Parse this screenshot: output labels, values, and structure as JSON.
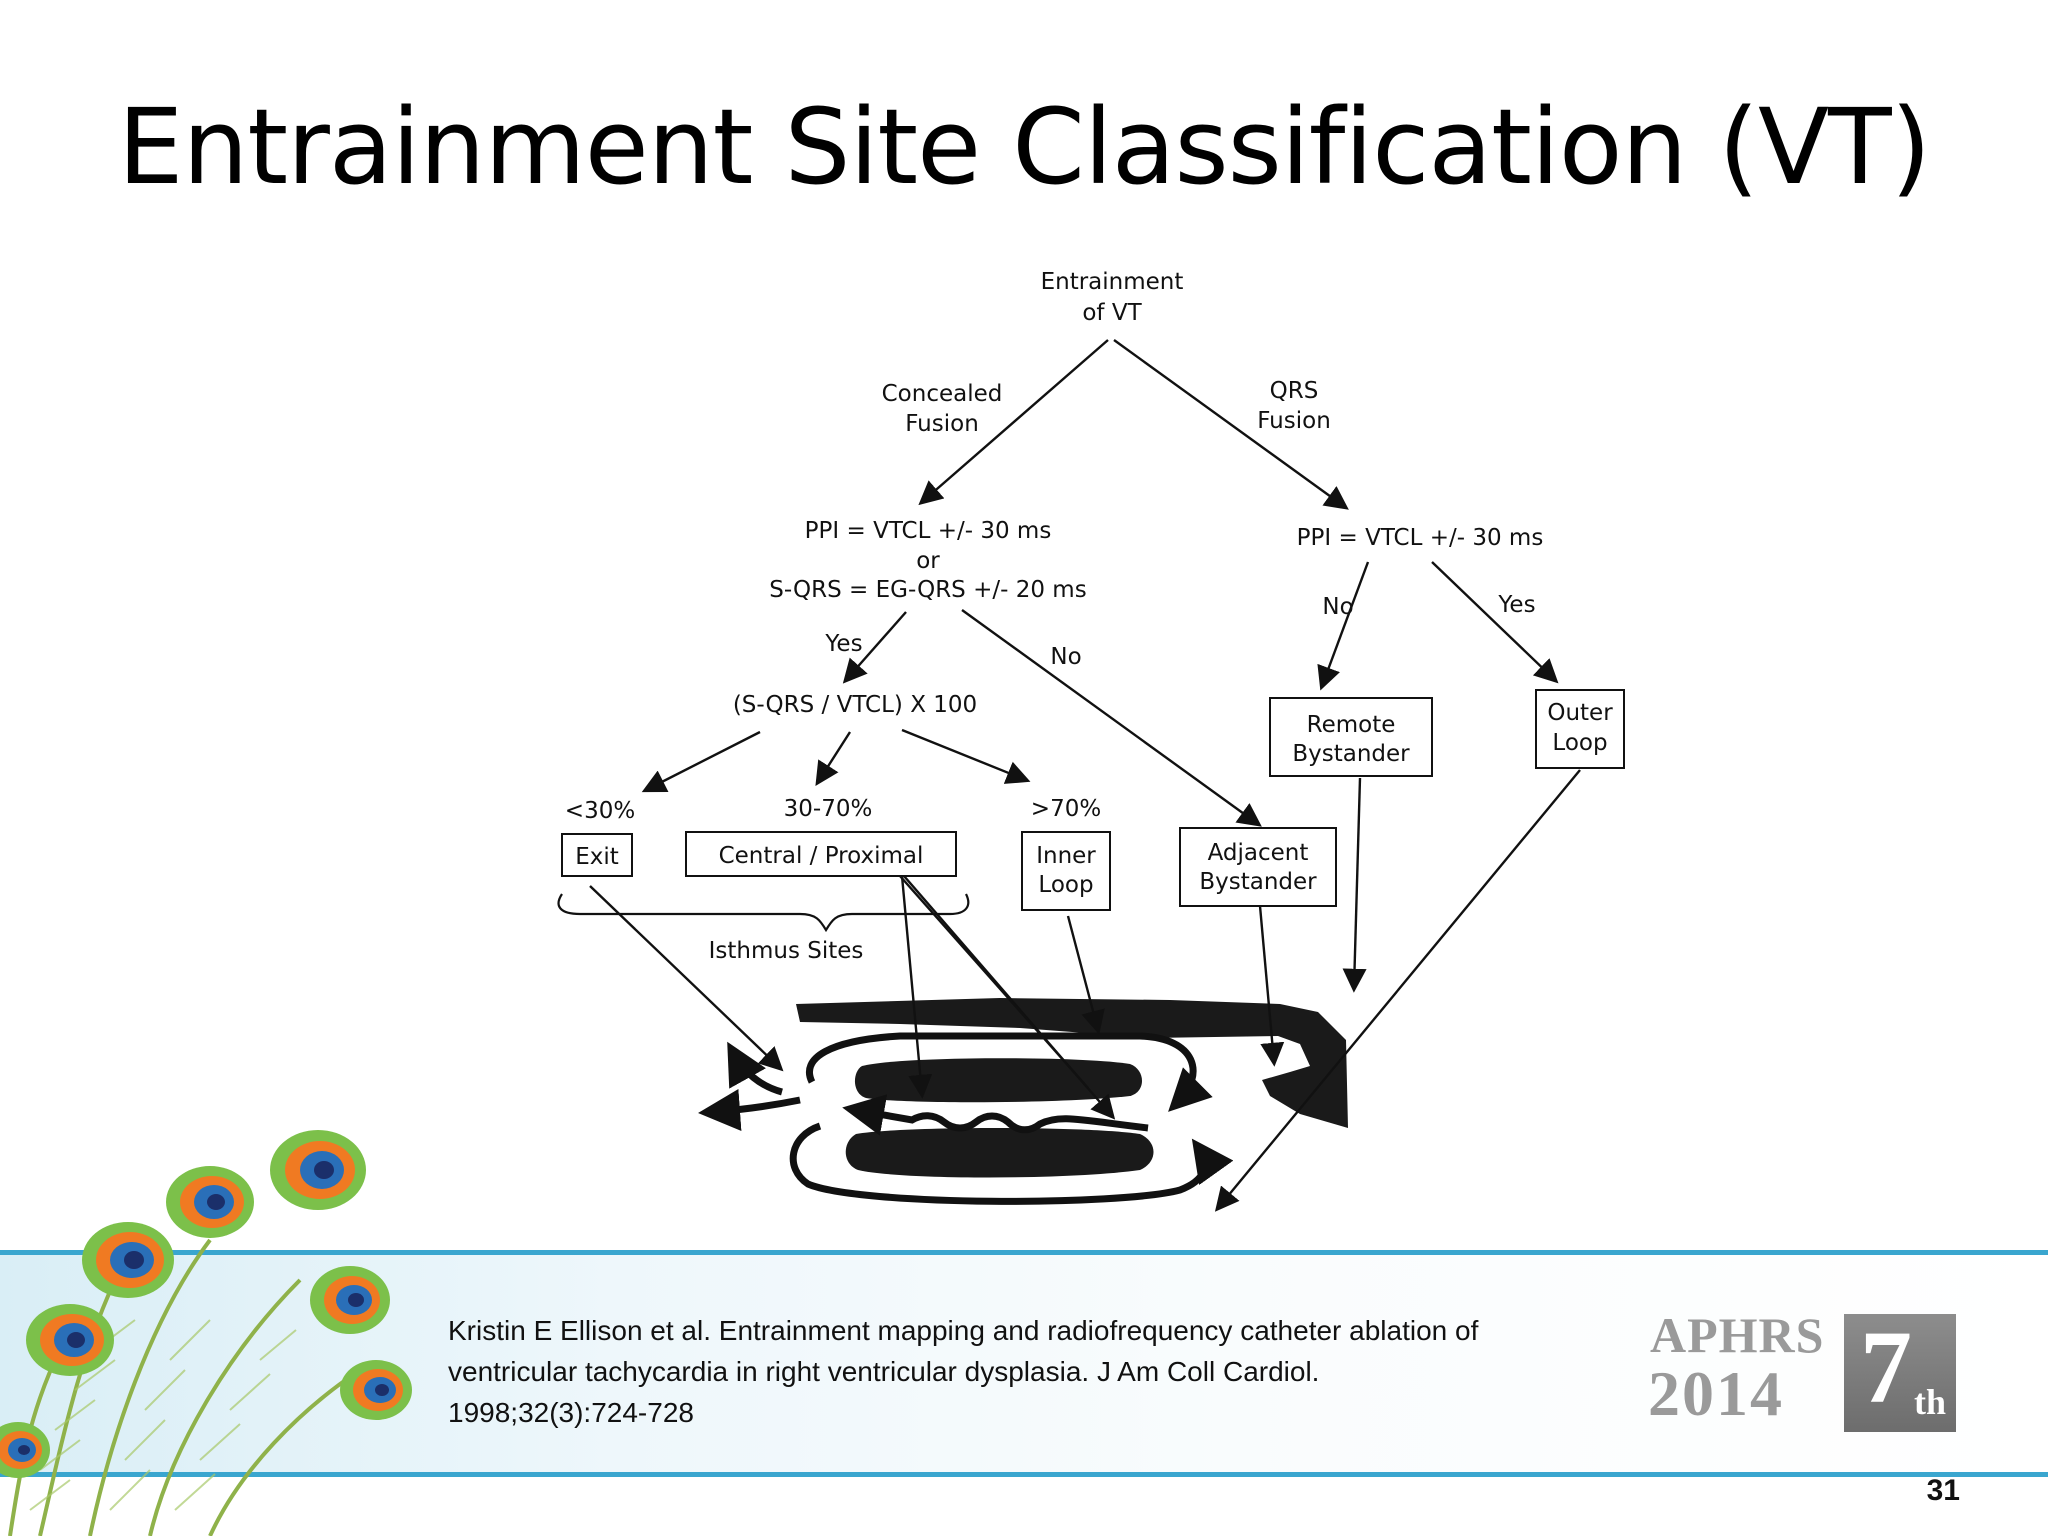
{
  "slide": {
    "title": "Entrainment Site Classification (VT)",
    "page_number": "31"
  },
  "diagram": {
    "root": "Entrainment of VT",
    "branch_left": "Concealed Fusion",
    "branch_right": "QRS Fusion",
    "left_criteria": [
      "PPI = VTCL +/- 30 ms",
      "or",
      "S-QRS = EG-QRS +/- 20 ms"
    ],
    "right_criteria": "PPI = VTCL +/- 30 ms",
    "yes": "Yes",
    "no": "No",
    "ratio": "(S-QRS / VTCL) X 100",
    "pct_low": "<30%",
    "pct_mid": "30-70%",
    "pct_high": ">70%",
    "box_exit": "Exit",
    "box_central": "Central / Proximal",
    "box_inner": [
      "Inner",
      "Loop"
    ],
    "box_adjacent": [
      "Adjacent",
      "Bystander"
    ],
    "box_remote": [
      "Remote",
      "Bystander"
    ],
    "box_outer": [
      "Outer",
      "Loop"
    ],
    "isthmus": "Isthmus Sites"
  },
  "citation": {
    "lines": [
      "Kristin E Ellison et al. Entrainment mapping and radiofrequency catheter ablation of",
      "ventricular tachycardia in right ventricular dysplasia. J Am Coll Cardiol.",
      "1998;32(3):724-728"
    ]
  },
  "logo": {
    "org": "APHRS",
    "year": "2014",
    "edition_number": "7",
    "edition_suffix": "th"
  },
  "colors": {
    "accent_line": "#3aa6cf",
    "logo_gray": "#9a9a9a"
  }
}
